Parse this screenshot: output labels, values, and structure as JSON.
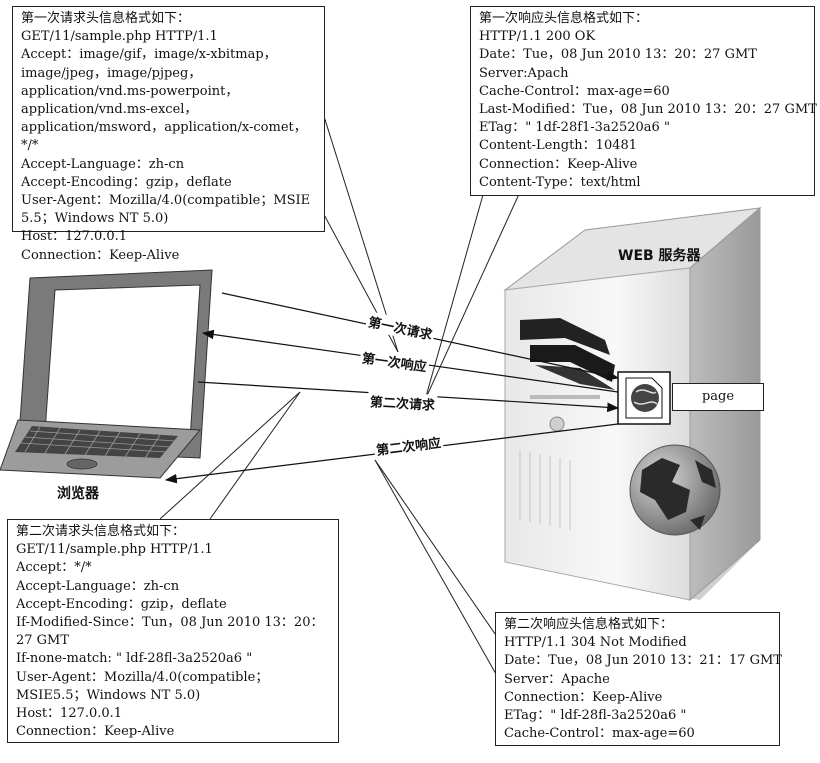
{
  "request1": {
    "title": "第一次请求头信息格式如下：",
    "lines": [
      "GET/11/sample.php HTTP/1.1",
      "Accept：image/gif，image/x-xbitmap，image/jpeg，image/pjpeg，application/vnd.ms-powerpoint，application/vnd.ms-excel，application/msword，application/x-comet，*/*",
      "Accept-Language：zh-cn",
      "Accept-Encoding：gzip，deflate",
      "User-Agent：Mozilla/4.0(compatible；MSIE 5.5；Windows NT 5.0)",
      "Host：127.0.0.1",
      "Connection：Keep-Alive"
    ]
  },
  "response1": {
    "title": "第一次响应头信息格式如下：",
    "lines": [
      "HTTP/1.1 200 OK",
      "Date：Tue，08 Jun 2010 13：20：27 GMT",
      "Server:Apach",
      "Cache-Control：max-age=60",
      "Last-Modified：Tue，08 Jun 2010 13：20：27 GMT",
      "ETag：\" 1df-28f1-3a2520a6 \"",
      "Content-Length：10481",
      "Connection：Keep-Alive",
      "Content-Type：text/html"
    ]
  },
  "request2": {
    "title": "第二次请求头信息格式如下：",
    "lines": [
      "GET/11/sample.php HTTP/1.1",
      "Accept：*/*",
      "Accept-Language：zh-cn",
      "Accept-Encoding：gzip，deflate",
      "If-Modified-Since：Tun，08 Jun 2010 13：20：27 GMT",
      "If-none-match: \" ldf-28fl-3a2520a6 \"",
      "User-Agent：Mozilla/4.0(compatible；MSIE5.5；Windows NT 5.0)",
      "Host：127.0.0.1",
      "Connection：Keep-Alive"
    ]
  },
  "response2": {
    "title": "第二次响应头信息格式如下：",
    "lines": [
      "HTTP/1.1 304 Not Modified",
      "Date：Tue，08 Jun 2010 13：21：17 GMT",
      "Server：Apache",
      "Connection：Keep-Alive",
      "ETag：\" ldf-28fl-3a2520a6 \"",
      "Cache-Control：max-age=60"
    ]
  },
  "arrows": {
    "request1": "第一次请求",
    "response1": "第一次响应",
    "request2": "第二次请求",
    "response2": "第二次响应"
  },
  "browser_label": "浏览器",
  "server_label": "WEB 服务器",
  "page_label": "page"
}
